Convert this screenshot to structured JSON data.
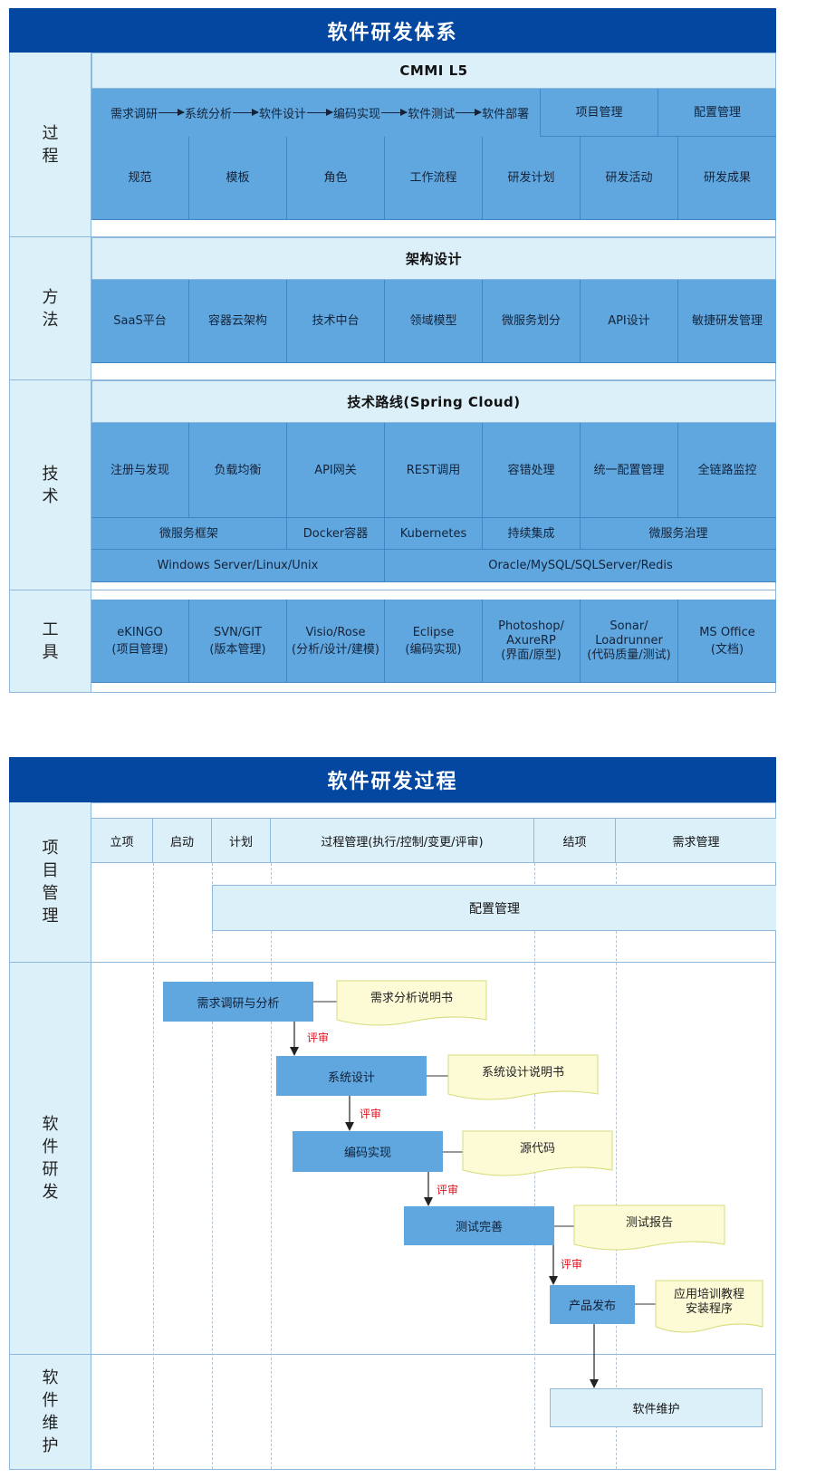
{
  "system": {
    "title": "软件研发体系",
    "sections": {
      "process": {
        "label": "过程",
        "header": "CMMI L5",
        "flow": [
          "需求调研",
          "系统分析",
          "软件设计",
          "编码实现",
          "软件测试",
          "软件部署"
        ],
        "side_items": [
          "项目管理",
          "配置管理"
        ],
        "items": [
          "规范",
          "模板",
          "角色",
          "工作流程",
          "研发计划",
          "研发活动",
          "研发成果"
        ]
      },
      "method": {
        "label": "方法",
        "header": "架构设计",
        "items": [
          "SaaS平台",
          "容器云架构",
          "技术中台",
          "领域模型",
          "微服务划分",
          "API设计",
          "敏捷研发管理"
        ]
      },
      "tech": {
        "label": "技术",
        "header": "技术路线(Spring Cloud)",
        "items": [
          "注册与发现",
          "负载均衡",
          "API网关",
          "REST调用",
          "容错处理",
          "统一配置管理",
          "全链路监控"
        ],
        "row2": [
          "微服务框架",
          "Docker容器",
          "Kubernetes",
          "持续集成",
          "微服务治理"
        ],
        "row3": [
          "Windows Server/Linux/Unix",
          "Oracle/MySQL/SQLServer/Redis"
        ]
      },
      "tools": {
        "label": "工具",
        "items": [
          [
            "eKINGO",
            "(项目管理)"
          ],
          [
            "SVN/GIT",
            "(版本管理)"
          ],
          [
            "Visio/Rose",
            "(分析/设计/建模)"
          ],
          [
            "Eclipse",
            "(编码实现)"
          ],
          [
            "Photoshop/",
            "AxureRP",
            "(界面/原型)"
          ],
          [
            "Sonar/",
            "Loadrunner",
            "(代码质量/测试)"
          ],
          [
            "MS Office",
            "(文档)"
          ]
        ]
      }
    }
  },
  "process_flow": {
    "title": "软件研发过程",
    "lanes": [
      "项目管理",
      "软件研发",
      "软件维护"
    ],
    "phases": [
      "立项",
      "启动",
      "计划",
      "过程管理(执行/控制/变更/评审)",
      "结项",
      "需求管理"
    ],
    "config": "配置管理",
    "steps": [
      "需求调研与分析",
      "系统设计",
      "编码实现",
      "测试完善",
      "产品发布"
    ],
    "docs": [
      "需求分析说明书",
      "系统设计说明书",
      "源代码",
      "测试报告",
      [
        "应用培训教程",
        "安装程序"
      ]
    ],
    "review": "评审",
    "maintenance": "软件维护"
  },
  "colors": {
    "banner": "#0347a1",
    "cell": "#5fa7de",
    "light": "#dcf0fa",
    "doc": "#fdfbd5",
    "review": "#e0101a"
  }
}
